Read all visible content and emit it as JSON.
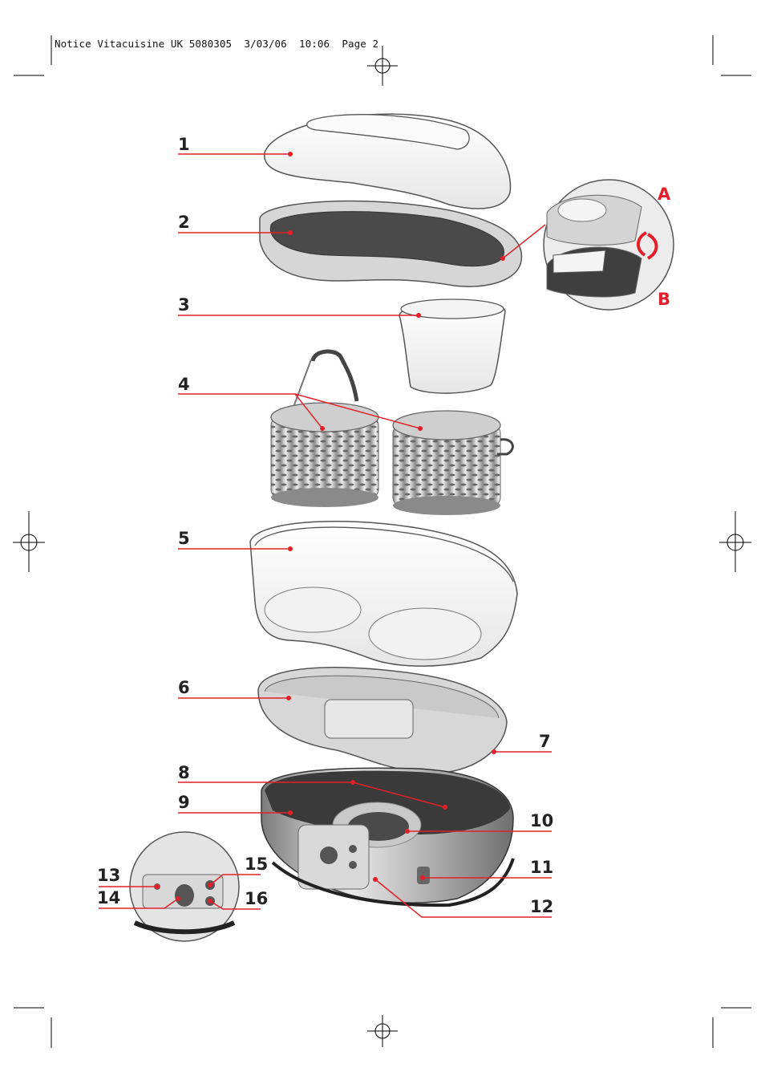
{
  "header": {
    "text": "Notice Vitacuisine UK 5080305  3/03/06  10:06  Page 2"
  },
  "callouts": {
    "n1": "1",
    "n2": "2",
    "n3": "3",
    "n4": "4",
    "n5": "5",
    "n6": "6",
    "n7": "7",
    "n8": "8",
    "n9": "9",
    "n10": "10",
    "n11": "11",
    "n12": "12",
    "n13": "13",
    "n14": "14",
    "n15": "15",
    "n16": "16",
    "A": "A",
    "B": "B"
  },
  "colors": {
    "callout_line": "#e3202a",
    "label_text": "#222222",
    "letter_text": "#e3202a",
    "part_outline": "#555555",
    "dark_fill": "#4a4a4a"
  }
}
